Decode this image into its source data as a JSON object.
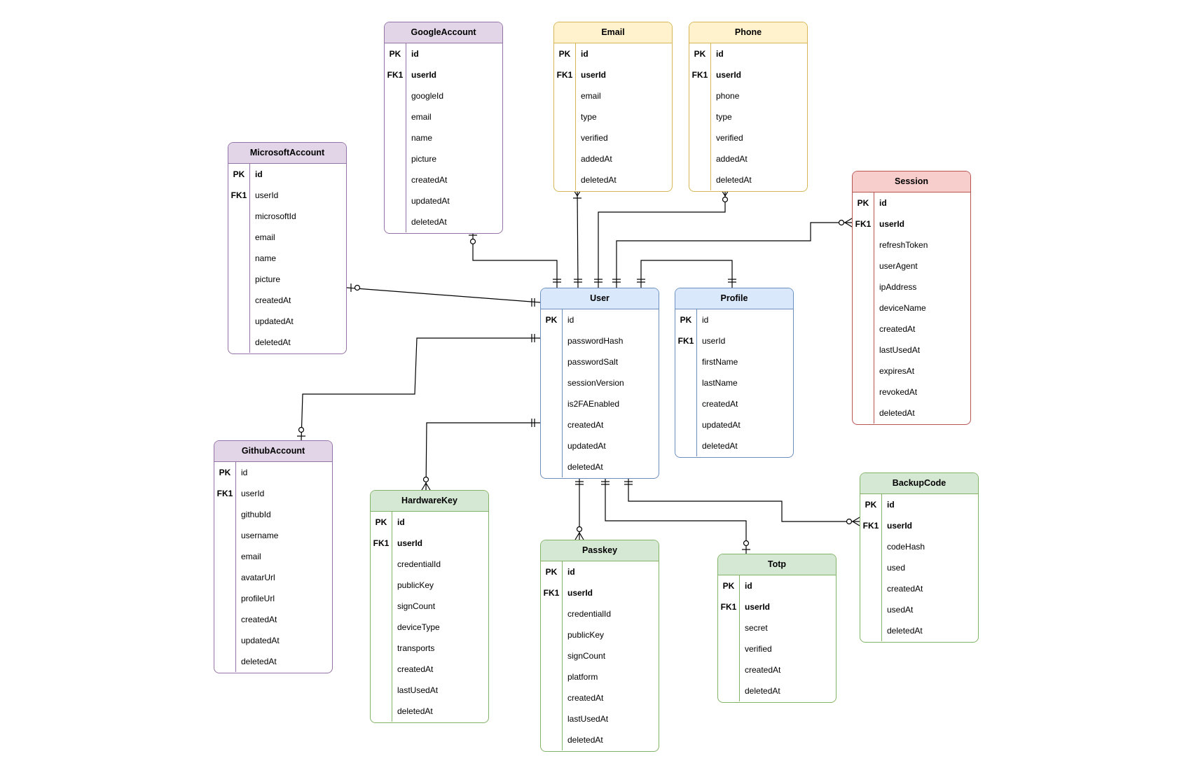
{
  "colors": {
    "purple_fill": "#e1d5e7",
    "purple_stroke": "#9673a6",
    "yellow_fill": "#fff2cc",
    "yellow_stroke": "#d6b656",
    "red_fill": "#f8cecc",
    "red_stroke": "#b85450",
    "blue_fill": "#dae8fc",
    "blue_stroke": "#6c8ebf",
    "green_fill": "#d5e8d4",
    "green_stroke": "#82b366",
    "line": "#000000"
  },
  "entities": [
    {
      "id": "googleaccount",
      "name": "GoogleAccount",
      "color": "purple",
      "fields": [
        {
          "key": "PK",
          "name": "id",
          "bold": true
        },
        {
          "key": "FK1",
          "name": "userId",
          "bold": true
        },
        {
          "key": "",
          "name": "googleId"
        },
        {
          "key": "",
          "name": "email"
        },
        {
          "key": "",
          "name": "name"
        },
        {
          "key": "",
          "name": "picture"
        },
        {
          "key": "",
          "name": "createdAt"
        },
        {
          "key": "",
          "name": "updatedAt"
        },
        {
          "key": "",
          "name": "deletedAt"
        }
      ]
    },
    {
      "id": "email",
      "name": "Email",
      "color": "yellow",
      "fields": [
        {
          "key": "PK",
          "name": "id",
          "bold": true
        },
        {
          "key": "FK1",
          "name": "userId",
          "bold": true
        },
        {
          "key": "",
          "name": "email"
        },
        {
          "key": "",
          "name": "type"
        },
        {
          "key": "",
          "name": "verified"
        },
        {
          "key": "",
          "name": "addedAt"
        },
        {
          "key": "",
          "name": "deletedAt"
        }
      ]
    },
    {
      "id": "phone",
      "name": "Phone",
      "color": "yellow",
      "fields": [
        {
          "key": "PK",
          "name": "id",
          "bold": true
        },
        {
          "key": "FK1",
          "name": "userId",
          "bold": true
        },
        {
          "key": "",
          "name": "phone"
        },
        {
          "key": "",
          "name": "type"
        },
        {
          "key": "",
          "name": "verified"
        },
        {
          "key": "",
          "name": "addedAt"
        },
        {
          "key": "",
          "name": "deletedAt"
        }
      ]
    },
    {
      "id": "microsoftaccount",
      "name": "MicrosoftAccount",
      "color": "purple",
      "fields": [
        {
          "key": "PK",
          "name": "id",
          "bold": true
        },
        {
          "key": "FK1",
          "name": "userId"
        },
        {
          "key": "",
          "name": "microsoftId"
        },
        {
          "key": "",
          "name": "email"
        },
        {
          "key": "",
          "name": "name"
        },
        {
          "key": "",
          "name": "picture"
        },
        {
          "key": "",
          "name": "createdAt"
        },
        {
          "key": "",
          "name": "updatedAt"
        },
        {
          "key": "",
          "name": "deletedAt"
        }
      ]
    },
    {
      "id": "session",
      "name": "Session",
      "color": "red",
      "fields": [
        {
          "key": "PK",
          "name": "id",
          "bold": true
        },
        {
          "key": "FK1",
          "name": "userId",
          "bold": true
        },
        {
          "key": "",
          "name": "refreshToken"
        },
        {
          "key": "",
          "name": "userAgent"
        },
        {
          "key": "",
          "name": "ipAddress"
        },
        {
          "key": "",
          "name": "deviceName"
        },
        {
          "key": "",
          "name": "createdAt"
        },
        {
          "key": "",
          "name": "lastUsedAt"
        },
        {
          "key": "",
          "name": "expiresAt"
        },
        {
          "key": "",
          "name": "revokedAt"
        },
        {
          "key": "",
          "name": "deletedAt"
        }
      ]
    },
    {
      "id": "user",
      "name": "User",
      "color": "blue",
      "fields": [
        {
          "key": "PK",
          "name": "id"
        },
        {
          "key": "",
          "name": "passwordHash"
        },
        {
          "key": "",
          "name": "passwordSalt"
        },
        {
          "key": "",
          "name": "sessionVersion"
        },
        {
          "key": "",
          "name": "is2FAEnabled"
        },
        {
          "key": "",
          "name": "createdAt"
        },
        {
          "key": "",
          "name": "updatedAt"
        },
        {
          "key": "",
          "name": "deletedAt"
        }
      ]
    },
    {
      "id": "profile",
      "name": "Profile",
      "color": "blue",
      "fields": [
        {
          "key": "PK",
          "name": "id"
        },
        {
          "key": "FK1",
          "name": "userId"
        },
        {
          "key": "",
          "name": "firstName"
        },
        {
          "key": "",
          "name": "lastName"
        },
        {
          "key": "",
          "name": "createdAt"
        },
        {
          "key": "",
          "name": "updatedAt"
        },
        {
          "key": "",
          "name": "deletedAt"
        }
      ]
    },
    {
      "id": "githubaccount",
      "name": "GithubAccount",
      "color": "purple",
      "fields": [
        {
          "key": "PK",
          "name": "id"
        },
        {
          "key": "FK1",
          "name": "userId"
        },
        {
          "key": "",
          "name": "githubId"
        },
        {
          "key": "",
          "name": "username"
        },
        {
          "key": "",
          "name": "email"
        },
        {
          "key": "",
          "name": "avatarUrl"
        },
        {
          "key": "",
          "name": "profileUrl"
        },
        {
          "key": "",
          "name": "createdAt"
        },
        {
          "key": "",
          "name": "updatedAt"
        },
        {
          "key": "",
          "name": "deletedAt"
        }
      ]
    },
    {
      "id": "hardwarekey",
      "name": "HardwareKey",
      "color": "green",
      "fields": [
        {
          "key": "PK",
          "name": "id",
          "bold": true
        },
        {
          "key": "FK1",
          "name": "userId",
          "bold": true
        },
        {
          "key": "",
          "name": "credentialId"
        },
        {
          "key": "",
          "name": "publicKey"
        },
        {
          "key": "",
          "name": "signCount"
        },
        {
          "key": "",
          "name": "deviceType"
        },
        {
          "key": "",
          "name": "transports"
        },
        {
          "key": "",
          "name": "createdAt"
        },
        {
          "key": "",
          "name": "lastUsedAt"
        },
        {
          "key": "",
          "name": "deletedAt"
        }
      ]
    },
    {
      "id": "passkey",
      "name": "Passkey",
      "color": "green",
      "fields": [
        {
          "key": "PK",
          "name": "id",
          "bold": true
        },
        {
          "key": "FK1",
          "name": "userId",
          "bold": true
        },
        {
          "key": "",
          "name": "credentialId"
        },
        {
          "key": "",
          "name": "publicKey"
        },
        {
          "key": "",
          "name": "signCount"
        },
        {
          "key": "",
          "name": "platform"
        },
        {
          "key": "",
          "name": "createdAt"
        },
        {
          "key": "",
          "name": "lastUsedAt"
        },
        {
          "key": "",
          "name": "deletedAt"
        }
      ]
    },
    {
      "id": "totp",
      "name": "Totp",
      "color": "green",
      "fields": [
        {
          "key": "PK",
          "name": "id",
          "bold": true
        },
        {
          "key": "FK1",
          "name": "userId",
          "bold": true
        },
        {
          "key": "",
          "name": "secret"
        },
        {
          "key": "",
          "name": "verified"
        },
        {
          "key": "",
          "name": "createdAt"
        },
        {
          "key": "",
          "name": "deletedAt"
        }
      ]
    },
    {
      "id": "backupcode",
      "name": "BackupCode",
      "color": "green",
      "fields": [
        {
          "key": "PK",
          "name": "id",
          "bold": true
        },
        {
          "key": "FK1",
          "name": "userId",
          "bold": true
        },
        {
          "key": "",
          "name": "codeHash"
        },
        {
          "key": "",
          "name": "used"
        },
        {
          "key": "",
          "name": "createdAt"
        },
        {
          "key": "",
          "name": "usedAt"
        },
        {
          "key": "",
          "name": "deletedAt"
        }
      ]
    }
  ],
  "relationships": [
    {
      "id": "user-googleaccount",
      "from": "user",
      "to": "googleaccount",
      "user_end": "one-mandatory",
      "other_end": "zero-or-one"
    },
    {
      "id": "user-email",
      "from": "user",
      "to": "email",
      "user_end": "one-mandatory",
      "other_end": "one-or-many"
    },
    {
      "id": "user-phone",
      "from": "user",
      "to": "phone",
      "user_end": "one-mandatory",
      "other_end": "zero-or-many"
    },
    {
      "id": "user-session",
      "from": "user",
      "to": "session",
      "user_end": "one-mandatory",
      "other_end": "zero-or-many"
    },
    {
      "id": "user-profile",
      "from": "user",
      "to": "profile",
      "user_end": "one-mandatory",
      "other_end": "one-mandatory"
    },
    {
      "id": "user-microsoftaccount",
      "from": "user",
      "to": "microsoftaccount",
      "user_end": "one-mandatory",
      "other_end": "zero-or-one"
    },
    {
      "id": "user-githubaccount",
      "from": "user",
      "to": "githubaccount",
      "user_end": "one-mandatory",
      "other_end": "zero-or-one"
    },
    {
      "id": "user-hardwarekey",
      "from": "user",
      "to": "hardwarekey",
      "user_end": "one-mandatory",
      "other_end": "zero-or-many"
    },
    {
      "id": "user-passkey",
      "from": "user",
      "to": "passkey",
      "user_end": "one-mandatory",
      "other_end": "zero-or-many"
    },
    {
      "id": "user-totp",
      "from": "user",
      "to": "totp",
      "user_end": "one-mandatory",
      "other_end": "zero-or-one"
    },
    {
      "id": "user-backupcode",
      "from": "user",
      "to": "backupcode",
      "user_end": "one-mandatory",
      "other_end": "zero-or-many"
    }
  ]
}
